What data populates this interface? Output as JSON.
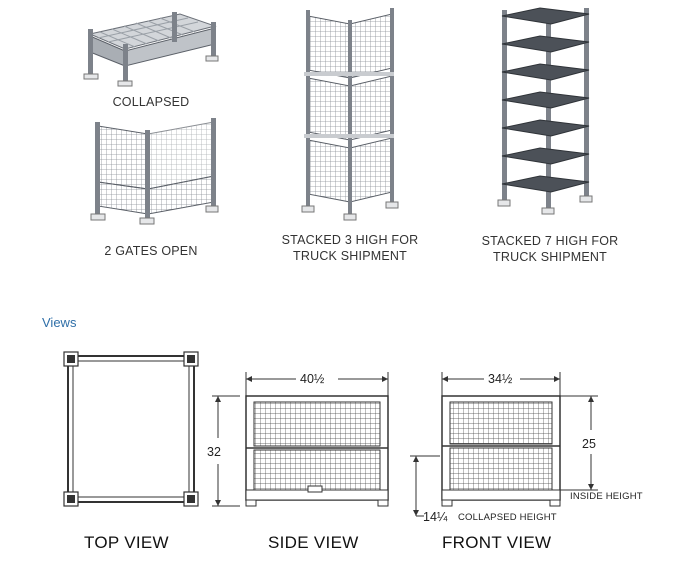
{
  "photos": {
    "collapsed": "COLLAPSED",
    "gates_open": "2 GATES OPEN",
    "stacked3_line1": "STACKED 3 HIGH FOR",
    "stacked3_line2": "TRUCK SHIPMENT",
    "stacked7_line1": "STACKED 7 HIGH FOR",
    "stacked7_line2": "TRUCK SHIPMENT"
  },
  "views_link": "Views",
  "drawings": {
    "top_view": "TOP VIEW",
    "side_view": "SIDE VIEW",
    "front_view": "FRONT VIEW",
    "side_width": "40½",
    "side_height": "32",
    "front_width": "34½",
    "inside_height_value": "25",
    "inside_height_label": "INSIDE HEIGHT",
    "collapsed_height_value": "14¼",
    "collapsed_height_label": "COLLAPSED HEIGHT"
  },
  "colors": {
    "steel": "#8a8f96",
    "steel_dark": "#5b6068",
    "line": "#333333",
    "link": "#2f6fa8"
  }
}
